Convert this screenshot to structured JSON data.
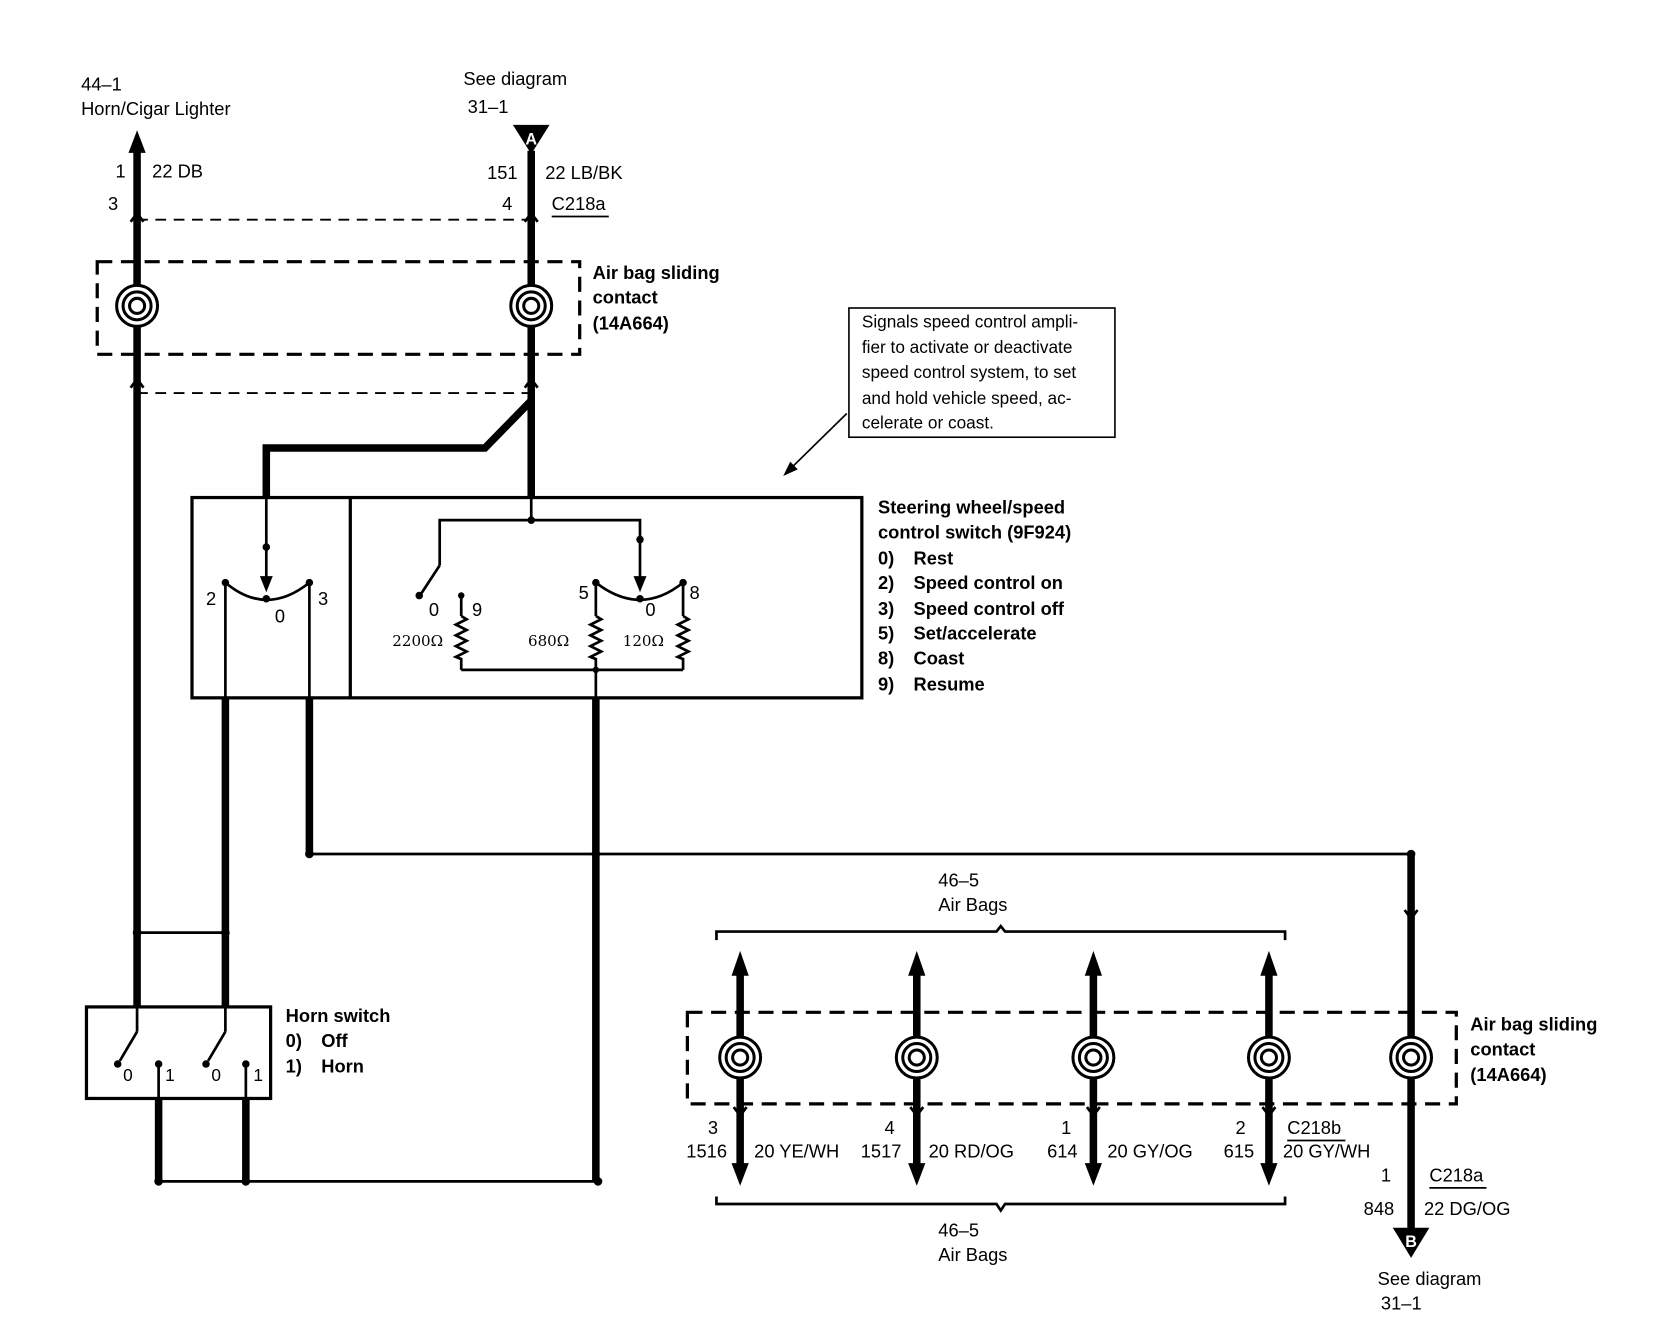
{
  "horn_feed": {
    "ref": "44–1",
    "name": "Horn/Cigar Lighter",
    "pin_top": "1",
    "wire": "22 DB",
    "pin_bottom": "3"
  },
  "speed_feed": {
    "see": "See diagram",
    "ref": "31–1",
    "marker": "A",
    "circuit": "151",
    "wire": "22 LB/BK",
    "pin": "4",
    "connector": "C218a"
  },
  "upper_contact": {
    "line1": "Air bag sliding",
    "line2": "contact",
    "line3": "(14A664)"
  },
  "note": {
    "lines": [
      "Signals speed control ampli-",
      "fier to activate or deactivate",
      "speed control system, to set",
      "and hold vehicle speed, ac-",
      "celerate or coast."
    ]
  },
  "steering_switch": {
    "line1": "Steering wheel/speed",
    "line2": "control switch (9F924)",
    "positions": [
      {
        "num": "0)",
        "name": "Rest"
      },
      {
        "num": "2)",
        "name": "Speed control on"
      },
      {
        "num": "3)",
        "name": "Speed control off"
      },
      {
        "num": "5)",
        "name": "Set/accelerate"
      },
      {
        "num": "8)",
        "name": "Coast"
      },
      {
        "num": "9)",
        "name": "Resume"
      }
    ],
    "horn_contacts": {
      "left": "2",
      "center": "0",
      "right": "3"
    },
    "resume_contacts": {
      "rest": "0",
      "resume": "9"
    },
    "speed_contacts": {
      "left": "5",
      "center": "0",
      "right": "8"
    },
    "resistors": {
      "r1": "2200Ω",
      "r2": "680Ω",
      "r3": "120Ω"
    }
  },
  "horn_switch": {
    "label": "Horn switch",
    "positions": [
      {
        "num": "0)",
        "name": "Off"
      },
      {
        "num": "1)",
        "name": "Horn"
      }
    ],
    "contacts": [
      "0",
      "1",
      "0",
      "1"
    ]
  },
  "air_bags_top": {
    "ref": "46–5",
    "name": "Air Bags"
  },
  "air_bags_bottom": {
    "ref": "46–5",
    "name": "Air Bags"
  },
  "lower_circuits": [
    {
      "pin": "3",
      "circuit": "1516",
      "wire": "20 YE/WH"
    },
    {
      "pin": "4",
      "circuit": "1517",
      "wire": "20 RD/OG"
    },
    {
      "pin": "1",
      "circuit": "614",
      "wire": "20 GY/OG"
    },
    {
      "pin": "2",
      "circuit": "615",
      "wire": "20 GY/WH"
    }
  ],
  "lower_connector": "C218b",
  "lower_contact": {
    "line1": "Air bag sliding",
    "line2": "contact",
    "line3": "(14A664)"
  },
  "lower_feed": {
    "pin": "1",
    "connector": "C218a",
    "circuit": "848",
    "wire": "22 DG/OG",
    "marker": "B",
    "see": "See diagram",
    "ref": "31–1"
  }
}
